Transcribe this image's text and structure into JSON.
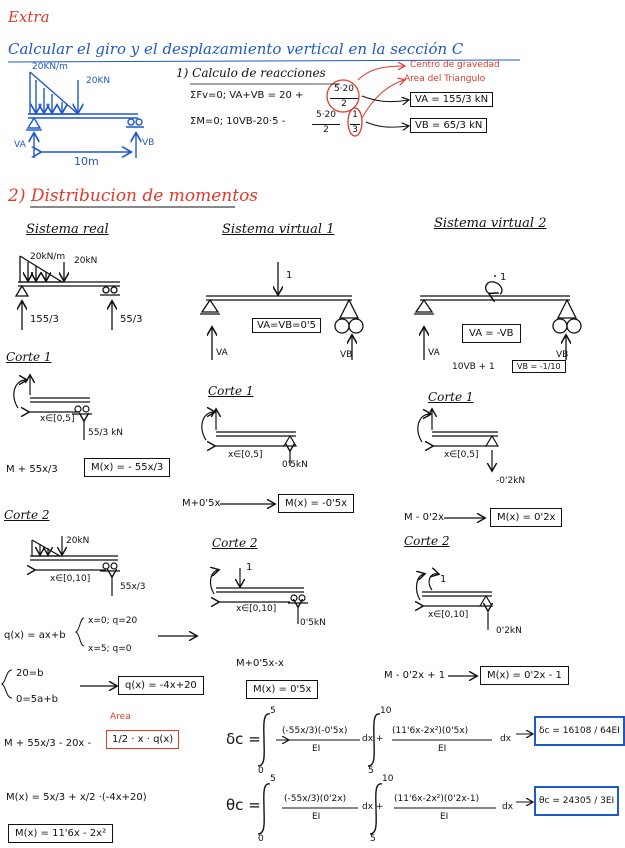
{
  "header": {
    "extra": "Extra",
    "title": "Calcular el giro y el desplazamiento vertical en la sección C"
  },
  "top_beam": {
    "dist_load": "20KN/m",
    "point_load": "20KN",
    "ra": "VA",
    "rb": "VB",
    "span": "10m"
  },
  "reactions": {
    "heading": "1) Calculo de reacciones",
    "note_centroid": "Centro de gravedad",
    "note_area": "Area del Triangulo",
    "eq1": "ΣFv=0; VA+VB = 20 +",
    "eq1_frac_num": "5·20",
    "eq1_frac_den": "2",
    "eq2": "ΣM=0; 10VB-20·5 -",
    "eq2_frac_num": "5·20",
    "eq2_frac_den": "2",
    "eq2_third_num": "1",
    "eq2_third_den": "3",
    "va_result": "VA = 155/3 kN",
    "vb_result": "VB = 65/3 kN"
  },
  "section2": {
    "heading": "2) Distribucion de momentos"
  },
  "real": {
    "title": "Sistema real",
    "load": "20kN/m",
    "point": "20kN",
    "ra": "155/3",
    "rb": "55/3",
    "cut1": "Corte 1",
    "cut1_range": "x∈[0,5]",
    "cut1_force": "55/3 kN",
    "cut1_eq": "M + 55x/3",
    "cut1_box": "M(x) = - 55x/3",
    "cut2": "Corte 2",
    "cut2_load": "20kN",
    "cut2_range": "x∈[0,10]",
    "cut2_force": "55x/3",
    "q_def": "q(x) = ax+b",
    "q_c1": "x=0; q=20",
    "q_c2": "x=5; q=0",
    "sys_1": "20=b",
    "sys_2": "0=5a+b",
    "q_box": "q(x) = -4x+20",
    "area_label": "Area",
    "m_eq": "M + 55x/3 - 20x -",
    "area_box": "1/2 · x · q(x)",
    "m_expand": "M(x) = 5x/3 + x/2 ·(-4x+20)",
    "m_final": "M(x) = 11'6x - 2x²"
  },
  "virtual1": {
    "title": "Sistema virtual 1",
    "unit": "1",
    "box": "VA=VB=0'5",
    "ra": "VA",
    "rb": "VB",
    "cut1": "Corte 1",
    "cut1_range": "x∈[0,5]",
    "cut1_force": "0'5kN",
    "cut1_eq": "M+0'5x",
    "cut1_box": "M(x) = -0'5x",
    "cut2": "Corte 2",
    "cut2_unit": "1",
    "cut2_range": "x∈[0,10]",
    "cut2_force": "0'5kN",
    "cut2_eq": "M+0'5x-x",
    "cut2_box": "M(x) = 0'5x"
  },
  "virtual2": {
    "title": "Sistema virtual 2",
    "unit": "1",
    "box": "VA = -VB",
    "ra": "VA",
    "rb": "VB",
    "eq": "10VB + 1",
    "box2": "VB = -1/10",
    "cut1": "Corte 1",
    "cut1_range": "x∈[0,5]",
    "cut1_force": "-0'2kN",
    "cut1_eq": "M - 0'2x",
    "cut1_box": "M(x) = 0'2x",
    "cut2": "Corte 2",
    "cut2_unit": "1",
    "cut2_range": "x∈[0,10]",
    "cut2_force": "0'2kN",
    "cut2_eq": "M - 0'2x + 1",
    "cut2_box": "M(x) = 0'2x - 1"
  },
  "integrals": {
    "delta_sym": "δc =",
    "d_upper1": "5",
    "d_lower1": "0",
    "d_num1": "(-55x/3)(-0'5x)",
    "d_den1": "EI",
    "d_mid": "dx +",
    "d_upper2": "10",
    "d_lower2": "5",
    "d_num2": "(11'6x-2x²)(0'5x)",
    "d_den2": "EI",
    "d_end": "dx",
    "d_result": "δc = 16108 / 64EI",
    "theta_sym": "θc =",
    "t_upper1": "5",
    "t_lower1": "0",
    "t_num1": "(-55x/3)(0'2x)",
    "t_den1": "EI",
    "t_mid": "dx +",
    "t_upper2": "10",
    "t_lower2": "5",
    "t_num2": "(11'6x-2x²)(0'2x-1)",
    "t_den2": "EI",
    "t_end": "dx",
    "t_result": "θc = 24305 / 3EI"
  }
}
